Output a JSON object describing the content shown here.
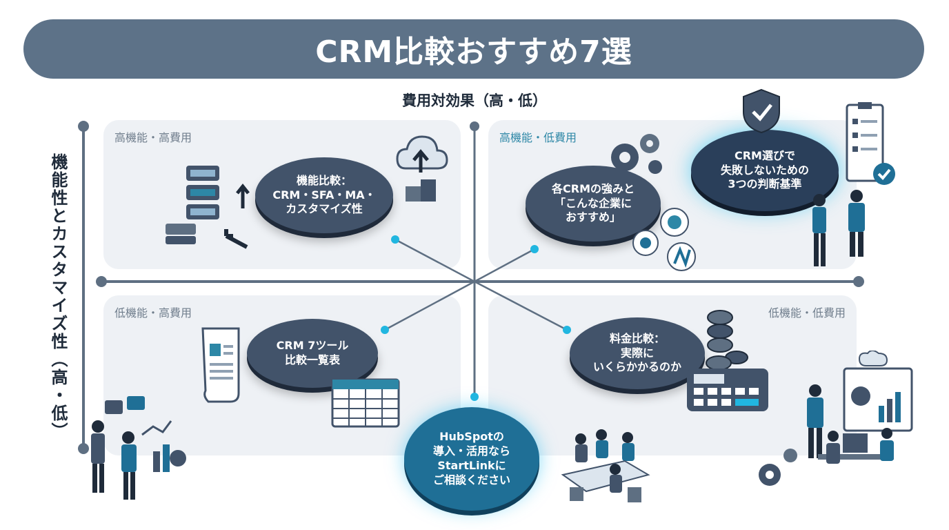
{
  "title": "CRM比較おすすめ7選",
  "axes": {
    "x_label": "費用対効果（高・低）",
    "y_label": "機能性とカスタマイズ性（高・低）"
  },
  "quadrants": {
    "top_left": {
      "label": "高機能・高費用",
      "topic": "機能比較：\nCRM・SFA・MA・\nカスタマイズ性"
    },
    "top_right": {
      "label": "高機能・低費用",
      "topic": "各CRMの強みと\n「こんな企業に\nおすすめ」"
    },
    "bottom_left": {
      "label": "低機能・高費用",
      "topic": "CRM 7ツール\n比較一覧表"
    },
    "bottom_right": {
      "label": "低機能・低費用",
      "topic": "料金比較：\n実際に\nいくらかかるのか"
    }
  },
  "callouts": {
    "criteria": "CRM選びで\n失敗しないための\n3つの判断基準",
    "cta": "HubSpotの\n導入・活用なら\nStartLinkに\nご相談ください"
  },
  "colors": {
    "title_bar": "#5d7288",
    "disk_dark": "#42536a",
    "disk_blue": "#1f6f96",
    "connector": "#5e6f82",
    "dot_accent": "#21b6e0"
  }
}
